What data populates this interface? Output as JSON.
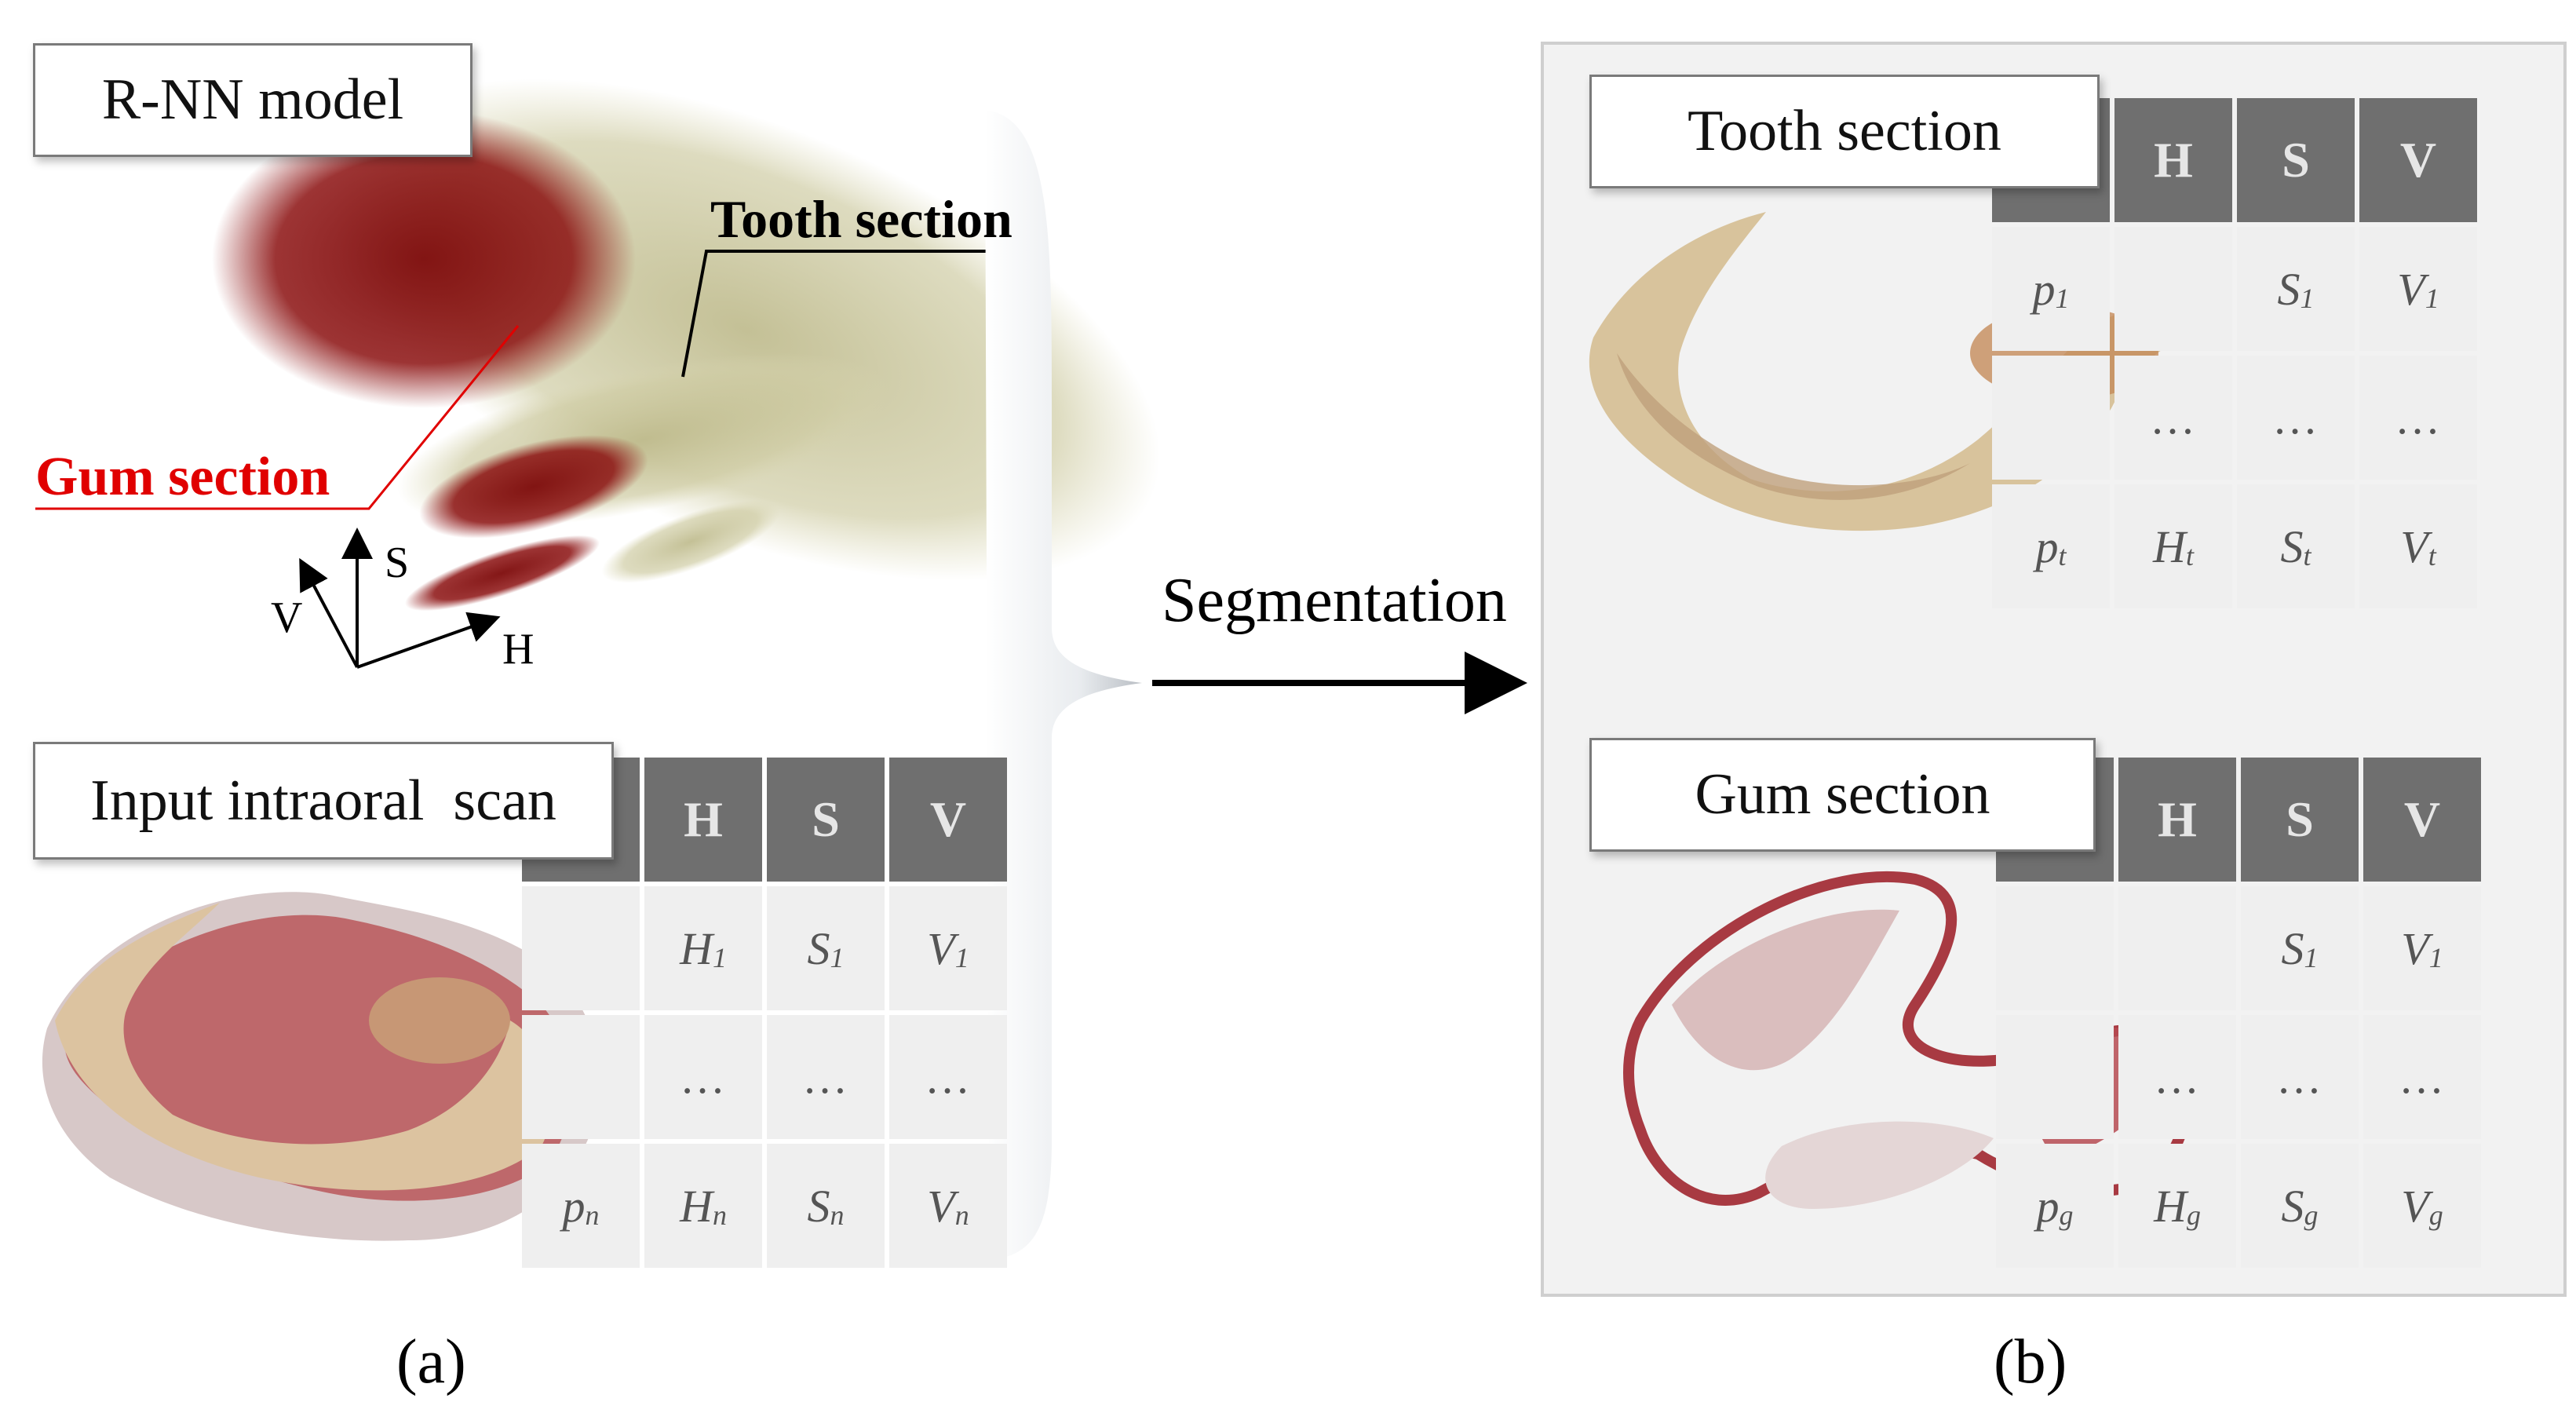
{
  "left_panel": {
    "model_label": "R-NN model",
    "tooth_label": "Tooth section",
    "gum_label": "Gum section",
    "axes": {
      "s": "S",
      "v": "V",
      "h": "H"
    },
    "input_label": "Input intraoral  scan",
    "table": {
      "headers": [
        "",
        "H",
        "S",
        "V"
      ],
      "rows": [
        [
          {
            "t": "",
            "s": ""
          },
          {
            "t": "H",
            "s": "1"
          },
          {
            "t": "S",
            "s": "1"
          },
          {
            "t": "V",
            "s": "1"
          }
        ],
        [
          {
            "t": "",
            "s": ""
          },
          {
            "t": "…",
            "s": ""
          },
          {
            "t": "…",
            "s": ""
          },
          {
            "t": "…",
            "s": ""
          }
        ],
        [
          {
            "t": "p",
            "s": "n"
          },
          {
            "t": "H",
            "s": "n"
          },
          {
            "t": "S",
            "s": "n"
          },
          {
            "t": "V",
            "s": "n"
          }
        ]
      ]
    },
    "caption": "(a)"
  },
  "arrow_label": "Segmentation",
  "right_panel": {
    "tooth_title": "Tooth section",
    "tooth_table": {
      "headers": [
        "",
        "H",
        "S",
        "V"
      ],
      "rows": [
        [
          {
            "t": "p",
            "s": "1"
          },
          {
            "t": "",
            "s": ""
          },
          {
            "t": "S",
            "s": "1"
          },
          {
            "t": "V",
            "s": "1"
          }
        ],
        [
          {
            "t": "",
            "s": ""
          },
          {
            "t": "…",
            "s": ""
          },
          {
            "t": "…",
            "s": ""
          },
          {
            "t": "…",
            "s": ""
          }
        ],
        [
          {
            "t": "p",
            "s": "t"
          },
          {
            "t": "H",
            "s": "t"
          },
          {
            "t": "S",
            "s": "t"
          },
          {
            "t": "V",
            "s": "t"
          }
        ]
      ]
    },
    "gum_title": "Gum section",
    "gum_table": {
      "headers": [
        "",
        "H",
        "S",
        "V"
      ],
      "rows": [
        [
          {
            "t": "",
            "s": ""
          },
          {
            "t": "",
            "s": ""
          },
          {
            "t": "S",
            "s": "1"
          },
          {
            "t": "V",
            "s": "1"
          }
        ],
        [
          {
            "t": "",
            "s": ""
          },
          {
            "t": "…",
            "s": ""
          },
          {
            "t": "…",
            "s": ""
          },
          {
            "t": "…",
            "s": ""
          }
        ],
        [
          {
            "t": "p",
            "s": "g"
          },
          {
            "t": "H",
            "s": "g"
          },
          {
            "t": "S",
            "s": "g"
          },
          {
            "t": "V",
            "s": "g"
          }
        ]
      ]
    },
    "caption": "(b)"
  },
  "colors": {
    "gum": "#8b0f0f",
    "tooth": "#c9c69b",
    "header": "#6f6f6f",
    "cell": "#efefef",
    "panel_bg": "#f2f2f2"
  }
}
